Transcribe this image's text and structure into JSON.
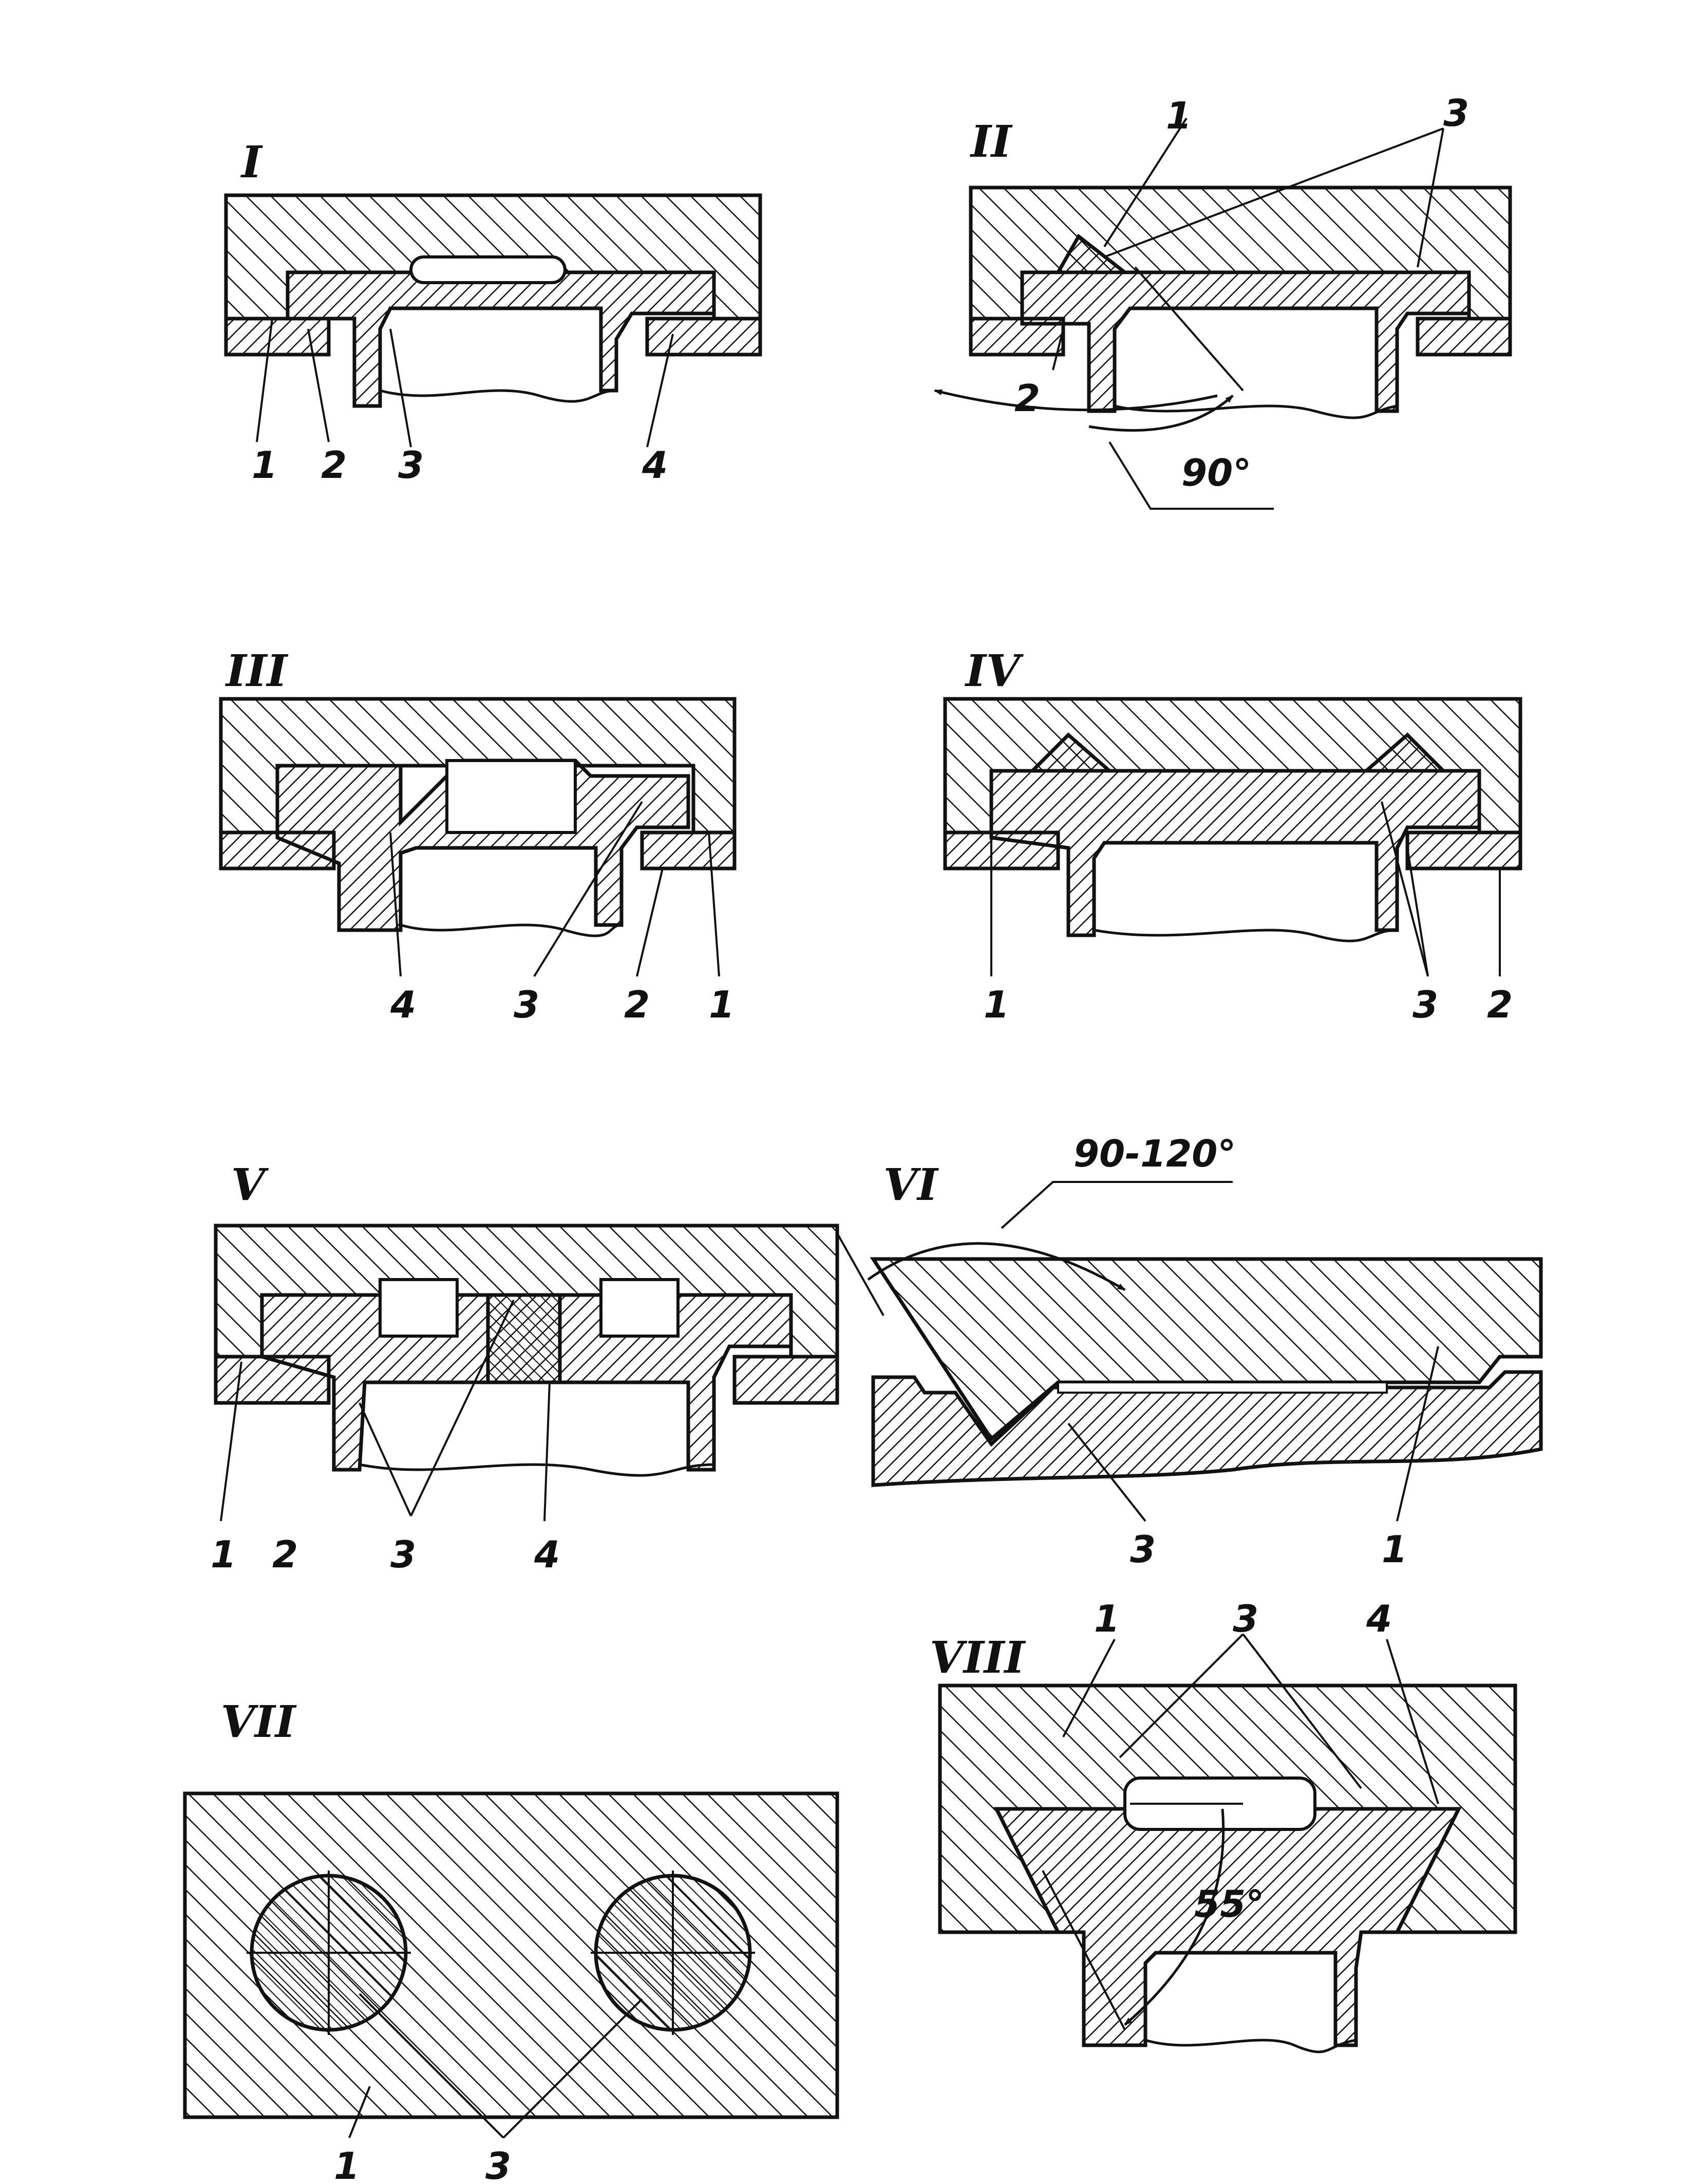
{
  "figures": {
    "I": {
      "roman": "I",
      "labels": [
        "1",
        "2",
        "3",
        "4"
      ]
    },
    "II": {
      "roman": "II",
      "labels": [
        "1",
        "3",
        "2"
      ],
      "angle": "90°"
    },
    "III": {
      "roman": "III",
      "labels": [
        "4",
        "3",
        "2",
        "1"
      ]
    },
    "IV": {
      "roman": "IV",
      "labels": [
        "1",
        "3",
        "2"
      ]
    },
    "V": {
      "roman": "V",
      "labels": [
        "1",
        "2",
        "3",
        "4"
      ]
    },
    "VI": {
      "roman": "VI",
      "labels": [
        "3",
        "1"
      ],
      "angle": "90-120°"
    },
    "VII": {
      "roman": "VII",
      "labels": [
        "1",
        "3"
      ]
    },
    "VIII": {
      "roman": "VIII",
      "labels": [
        "1",
        "3",
        "4"
      ],
      "angle": "55°"
    }
  },
  "colors": {
    "ink": "#111111",
    "paper": "#ffffff"
  }
}
